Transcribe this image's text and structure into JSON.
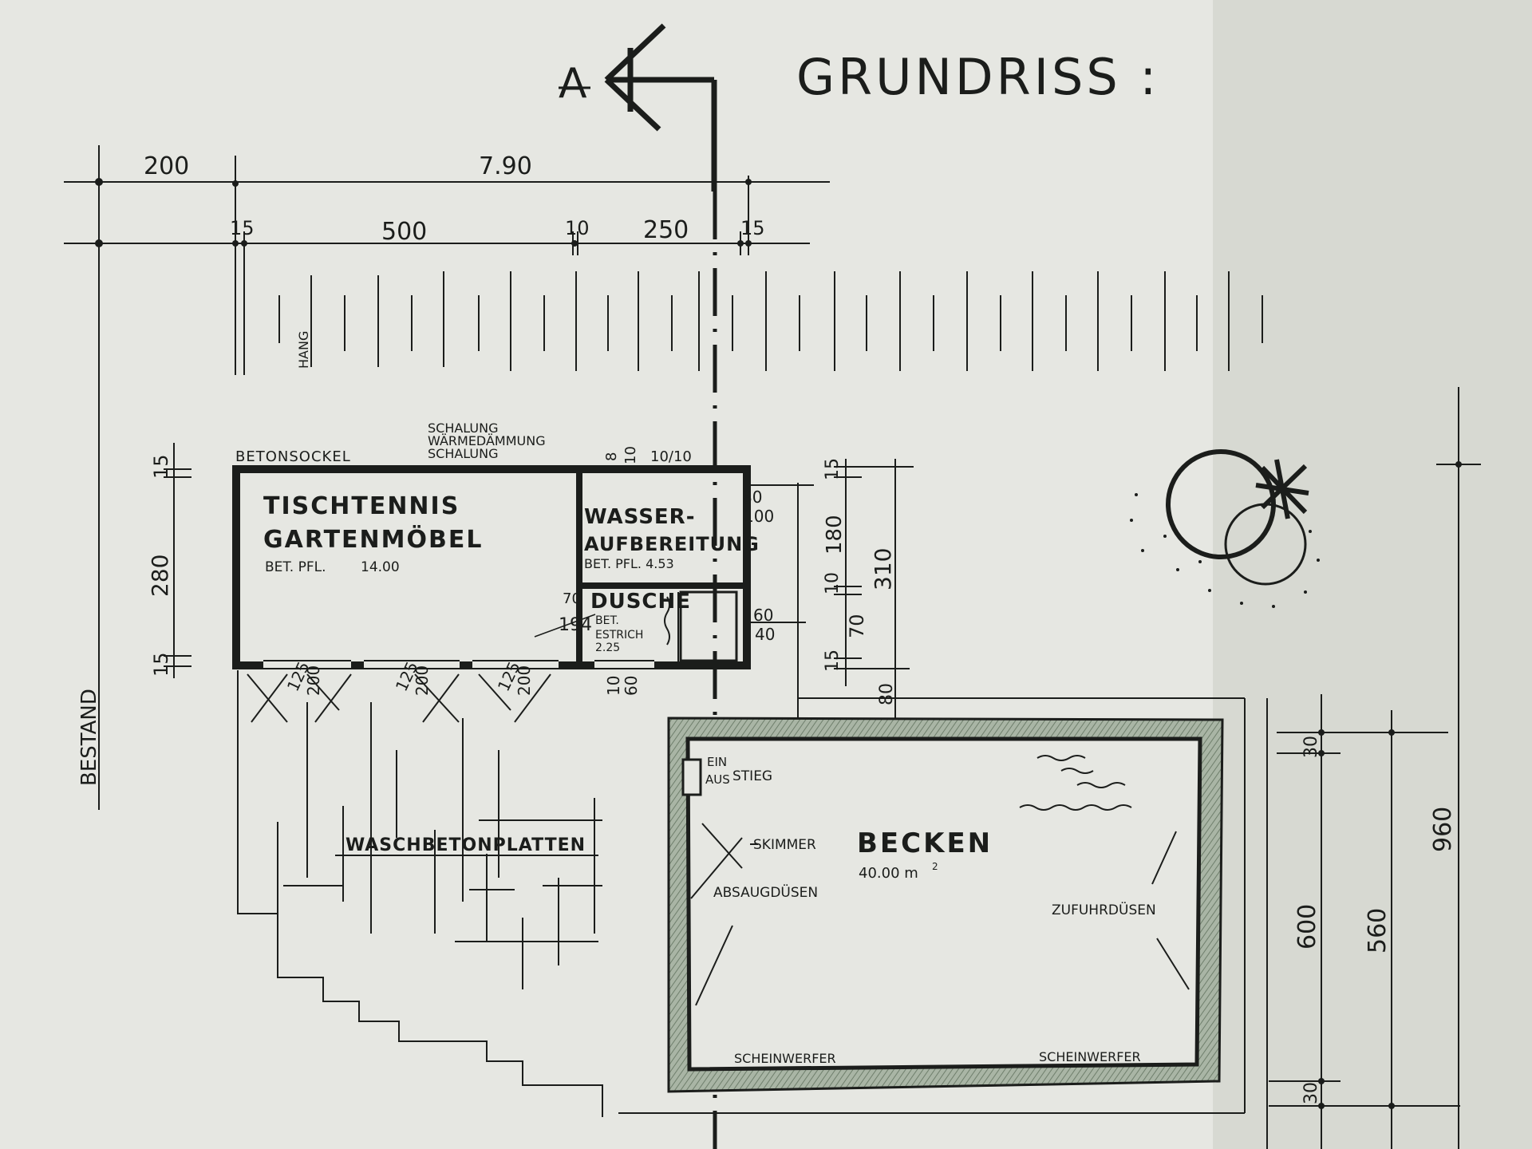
{
  "title": "GRUNDRISS :",
  "section_marker": "A",
  "dimensions": {
    "d_200": "200",
    "d_790": "7.90",
    "d_15a": "15",
    "d_500": "500",
    "d_10": "10",
    "d_250": "250",
    "d_15b": "15",
    "left_15_top": "15",
    "left_280": "280",
    "left_15_bottom": "15",
    "right_15": "15",
    "right_180": "180",
    "right_10": "10",
    "right_70": "70",
    "right_15b": "15",
    "right_310": "310",
    "right_80": "80",
    "wall_80": "80",
    "wall_100": "100",
    "wall_60": "60",
    "wall_40": "40",
    "door_125a": "125",
    "door_200a": "200",
    "door_125b": "125",
    "door_200b": "200",
    "door_125c": "125",
    "door_200c": "200",
    "door_10": "10",
    "door_60": "60",
    "top_8": "8",
    "top_10": "10",
    "top_1010": "10/10",
    "shower_70": "70",
    "shower_194": "194",
    "pool_30a": "30",
    "pool_600": "600",
    "pool_560": "560",
    "pool_960": "960",
    "pool_30b": "30"
  },
  "labels": {
    "bestand": "BESTAND",
    "hang": "HANG",
    "betonsockel": "BETONSOCKEL",
    "schalung1": "SCHALUNG",
    "waermedaemmung": "WÄRMEDÄMMUNG",
    "schalung2": "SCHALUNG",
    "tischtennis": "TISCHTENNIS",
    "gartenmoebel": "GARTENMÖBEL",
    "bet_pfl_1": "BET. PFL.",
    "area_1": "14.00",
    "wasser": "WASSER-",
    "aufbereitung": "AUFBEREITUNG",
    "bet_pfl_2": "BET. PFL. 4.53",
    "dusche": "DUSCHE",
    "bet": "BET.",
    "estrich": "ESTRICH",
    "area_3": "2.25",
    "waschbetonplatten": "WASCHBETONPLATTEN",
    "ein": "EIN",
    "aus": "AUS",
    "stieg": "STIEG",
    "skimmer": "SKIMMER",
    "becken": "BECKEN",
    "becken_area": "40.00 m",
    "becken_sup": "2",
    "absaugduesen": "ABSAUGDÜSEN",
    "zufuhrduesen": "ZUFUHRDÜSEN",
    "scheinwerfer1": "SCHEINWERFER",
    "scheinwerfer2": "SCHEINWERFER"
  },
  "colors": {
    "ink": "#1b1d1b",
    "paper": "#e6e7e2",
    "pool_edge": "#8a9a86"
  }
}
